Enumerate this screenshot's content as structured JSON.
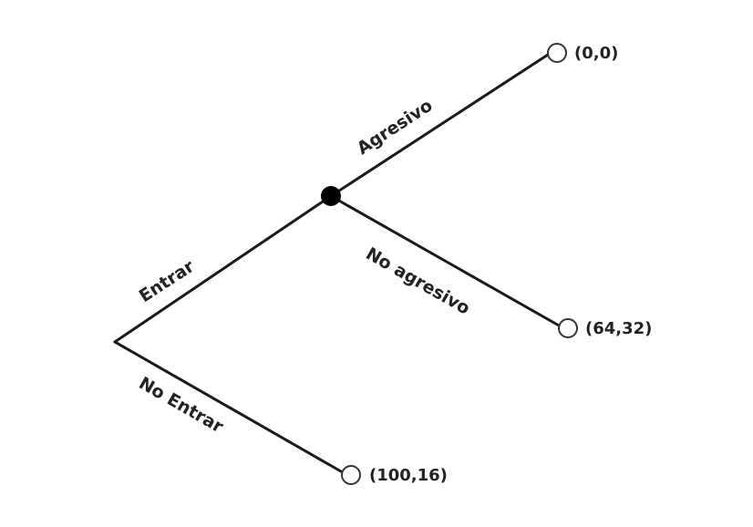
{
  "tree": {
    "edges": {
      "entrar": "Entrar",
      "no_entrar": "No Entrar",
      "agresivo": "Agresivo",
      "no_agresivo": "No agresivo"
    },
    "payoffs": {
      "agresivo": "(0,0)",
      "no_agresivo": "(64,32)",
      "no_entrar": "(100,16)"
    }
  }
}
